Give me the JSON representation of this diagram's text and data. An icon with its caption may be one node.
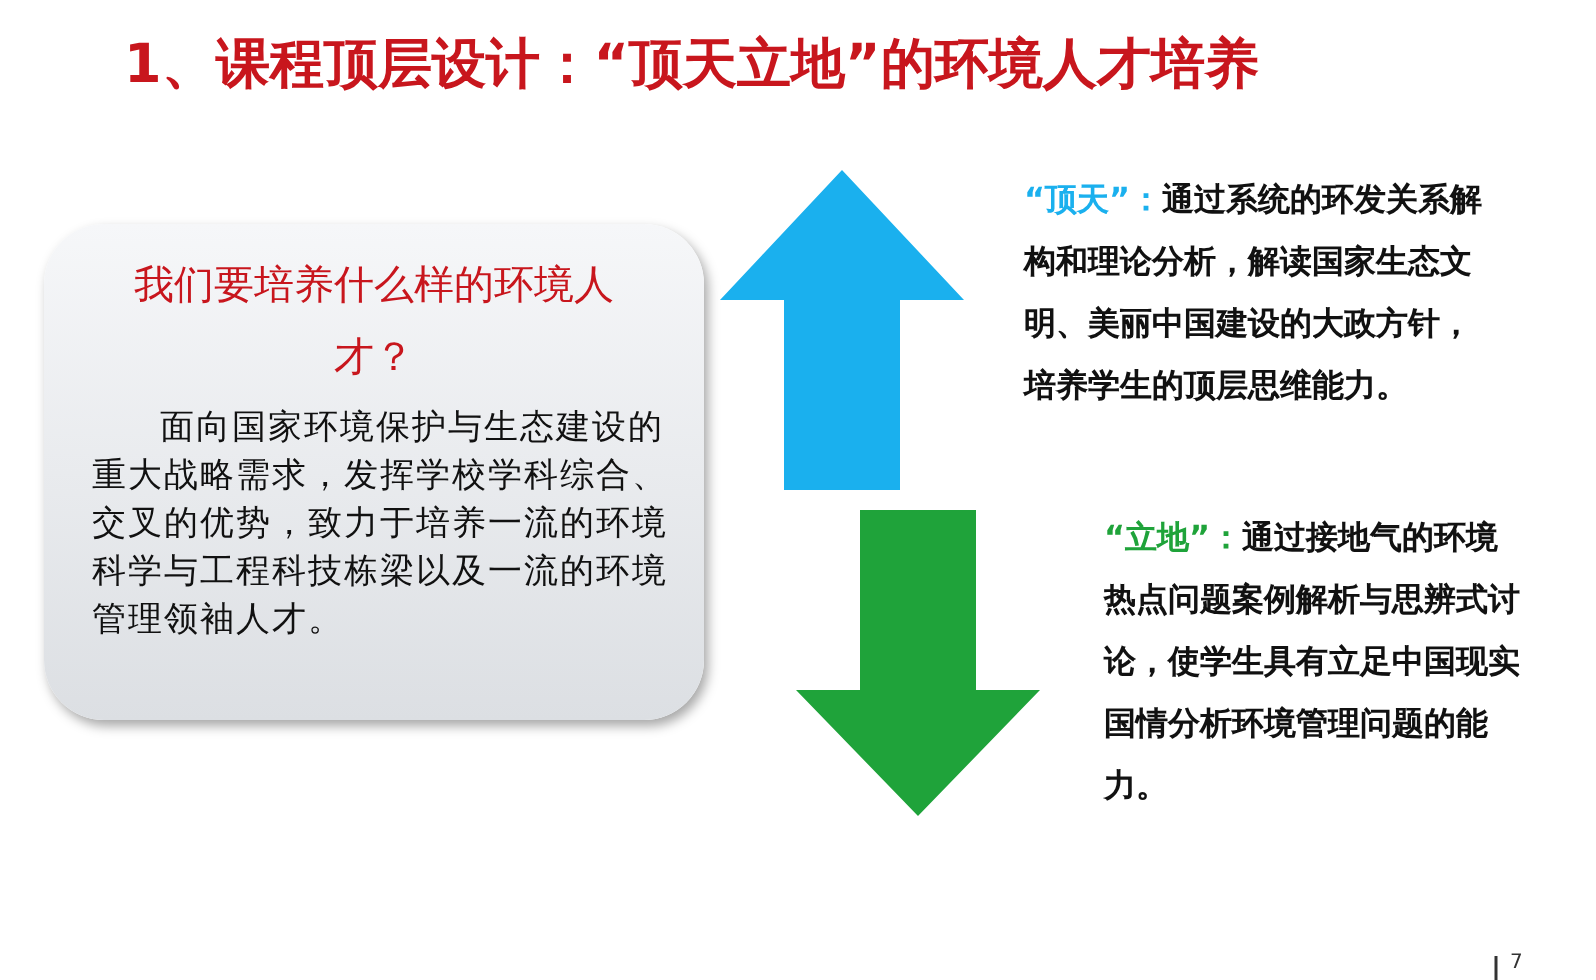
{
  "diagram": {
    "title": "1、课程顶层设计：“顶天立地”的环境人才培养",
    "nodes": [
      {
        "text": [
          "我们要培养什么样的环境人才？",
          "面向国家环境保护与生态建设的重大战略需求，发挥学校学科综合、交叉的优势，致力于培养一流的环境科学与工程科技栋梁以及一流的环境管理领袖人才。"
        ]
      }
    ],
    "labels": [
      "“顶天”：",
      "通过系统的环发关系解构和理论分析，解读国家生态文明、美丽中国建设的大政方针，培养学生的顶层思维能力。",
      "“立地”：",
      "通过接地气的环境热点问题案例解析与思辨式讨论，使学生具有立足中国现实国情分析环境管理问题的能力。",
      "7"
    ]
  }
}
